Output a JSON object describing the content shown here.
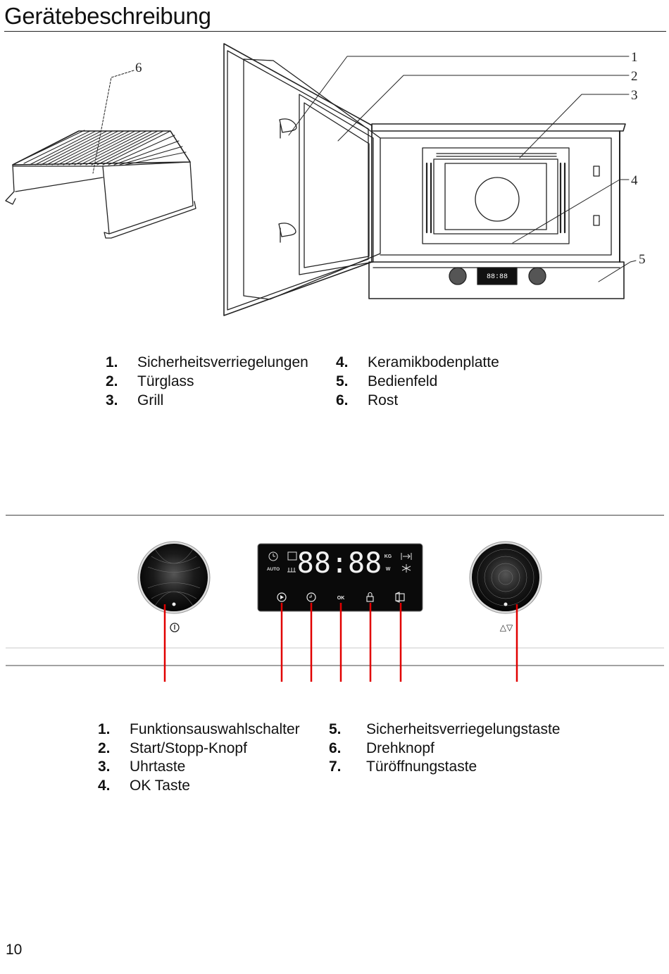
{
  "page": {
    "title": "Gerätebeschreibung",
    "page_number": "10"
  },
  "figure1": {
    "callouts": [
      "1",
      "2",
      "3",
      "4",
      "5",
      "6"
    ],
    "display_digits": "88:88"
  },
  "legend1": {
    "items": [
      {
        "num": "1.",
        "label": "Sicherheitsverriegelungen"
      },
      {
        "num": "2.",
        "label": "Türglass"
      },
      {
        "num": "3.",
        "label": "Grill"
      },
      {
        "num": "4.",
        "label": "Keramikbodenplatte"
      },
      {
        "num": "5.",
        "label": "Bedienfeld"
      },
      {
        "num": "6.",
        "label": "Rost"
      }
    ]
  },
  "panel": {
    "display_digits": "88:88",
    "auto_label": "AUTO",
    "kg_label": "KG",
    "w_label": "W",
    "ok_label": "OK",
    "left_knob_symbol": "power-symbol",
    "right_knob_symbol": "△▽",
    "leader_color": "#e10000"
  },
  "legend2": {
    "items": [
      {
        "num": "1.",
        "label": "Funktionsauswahlschalter"
      },
      {
        "num": "2.",
        "label": "Start/Stopp-Knopf"
      },
      {
        "num": "3.",
        "label": "Uhrtaste"
      },
      {
        "num": "4.",
        "label": "OK Taste"
      },
      {
        "num": "5.",
        "label": "Sicherheitsverriegelungstaste"
      },
      {
        "num": "6.",
        "label": "Drehknopf"
      },
      {
        "num": "7.",
        "label": "Türöffnungstaste"
      }
    ]
  }
}
